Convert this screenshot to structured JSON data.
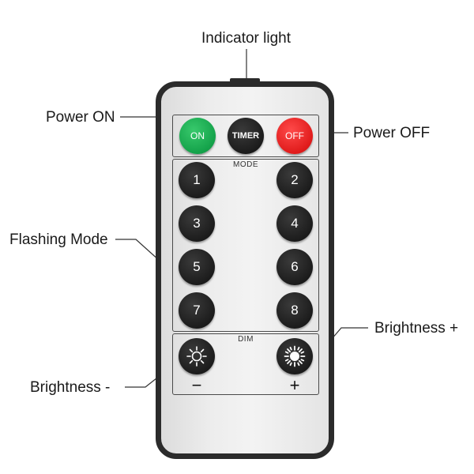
{
  "labels": {
    "indicator_light": "Indicator light",
    "power_on": "Power ON",
    "power_off": "Power OFF",
    "flashing_mode": "Flashing Mode",
    "brightness_plus": "Brightness +",
    "brightness_minus": "Brightness -"
  },
  "remote": {
    "power_buttons": {
      "on_label": "ON",
      "timer_label": "TIMER",
      "off_label": "OFF"
    },
    "mode_caption": "MODE",
    "mode_buttons": [
      "1",
      "2",
      "3",
      "4",
      "5",
      "6",
      "7",
      "8"
    ],
    "dim_caption": "DIM",
    "dim_minus_sign": "−",
    "dim_plus_sign": "+",
    "dim_minus_icon": "sun-outline-icon",
    "dim_plus_icon": "sun-filled-icon"
  },
  "colors": {
    "on_button": "#14a24a",
    "off_button": "#e01b1b",
    "button_dark": "#1c1c1c",
    "remote_frame": "#2b2b2b"
  }
}
